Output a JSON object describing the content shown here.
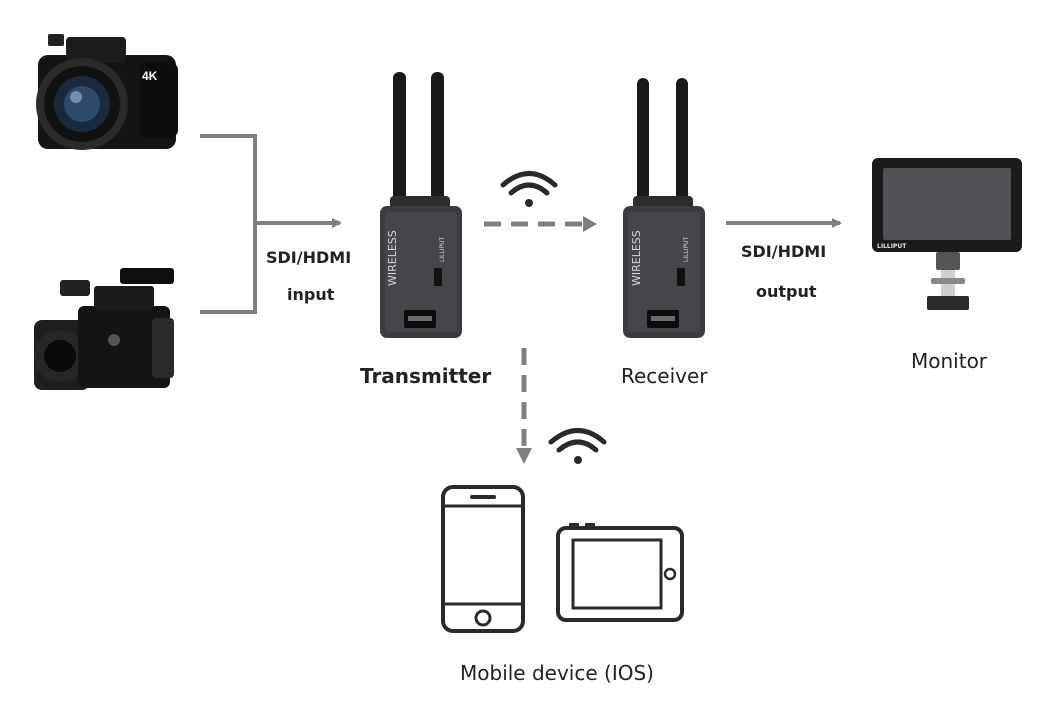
{
  "input_label_line1": "SDI/HDMI",
  "input_label_line2": "input",
  "output_label_line1": "SDI/HDMI",
  "output_label_line2": "output",
  "transmitter_label": "Transmitter",
  "receiver_label": "Receiver",
  "monitor_label": "Monitor",
  "mobile_label": "Mobile device (IOS)",
  "device_brand_text": "WIRELESS",
  "device_maker_text": "LILLIPUT",
  "monitor_brand_text": "LILLIPUT",
  "camera_badge_text": "4K",
  "colors": {
    "connector": "#808080",
    "device_body": "#3a3d40",
    "antenna": "#1a1a1a",
    "wifi": "#2a2a2a"
  }
}
